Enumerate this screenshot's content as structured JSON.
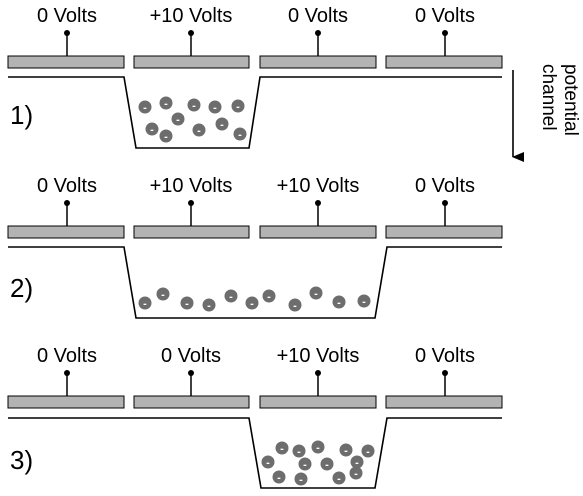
{
  "colors": {
    "electrode_fill": "#b3b3b3",
    "electrode_stroke": "#000000",
    "electron_fill": "#6d6d6d",
    "line": "#000000"
  },
  "icons": {
    "electron": "minus-sign-circle",
    "pin": "lollipop-contact",
    "arrow": "arrow-down"
  },
  "axis": {
    "line1": "channel",
    "line2": "potential"
  },
  "stages": [
    {
      "label": "1)",
      "voltages": [
        "0 Volts",
        "+10 Volts",
        "0 Volts",
        "0 Volts"
      ],
      "electron_sign": "-"
    },
    {
      "label": "2)",
      "voltages": [
        "0 Volts",
        "+10 Volts",
        "+10 Volts",
        "0 Volts"
      ],
      "electron_sign": "-"
    },
    {
      "label": "3)",
      "voltages": [
        "0 Volts",
        "0 Volts",
        "+10 Volts",
        "0 Volts"
      ],
      "electron_sign": "-"
    }
  ]
}
